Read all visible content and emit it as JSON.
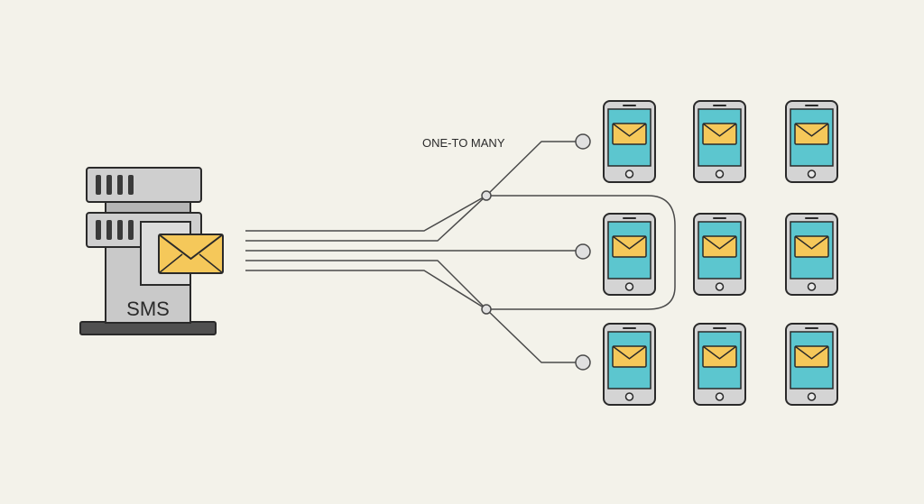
{
  "server": {
    "label": "SMS",
    "body_color": "#c9c9c9",
    "vent_color": "#3a3a3a",
    "base_color": "#505050"
  },
  "annotation": {
    "text": "ONE-TO MANY"
  },
  "colors": {
    "background": "#f3f2ea",
    "line": "#4a4a4a",
    "phone_body": "#d4d4d4",
    "phone_screen": "#5cc6cf",
    "envelope": "#f5c85a",
    "node": "#e0e0e0"
  },
  "icons": {
    "server": "server-icon",
    "envelope": "envelope-icon",
    "phone": "smartphone-icon"
  },
  "phones": {
    "rows": 3,
    "columns": 3
  }
}
